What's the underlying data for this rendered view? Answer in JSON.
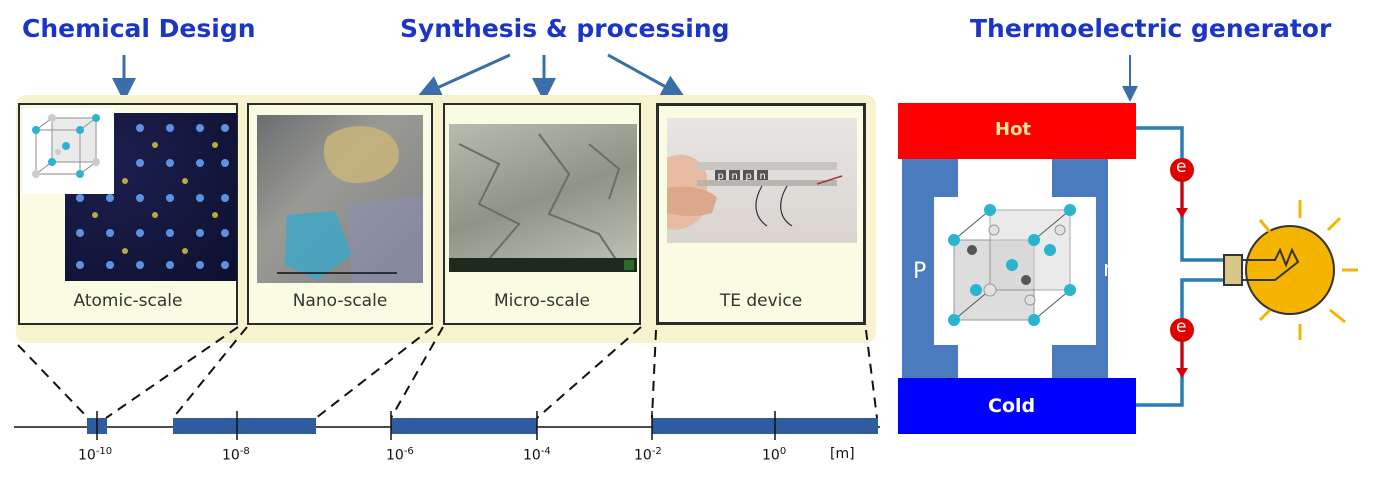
{
  "headings": {
    "chemical_design": "Chemical Design",
    "synthesis": "Synthesis & processing",
    "teg": "Thermoelectric generator"
  },
  "panels": [
    {
      "label": "Atomic-scale"
    },
    {
      "label": "Nano-scale"
    },
    {
      "label": "Micro-scale"
    },
    {
      "label": "TE device",
      "legs": [
        "p",
        "n",
        "p",
        "n"
      ]
    }
  ],
  "axis": {
    "unit": "[m]",
    "ticks": [
      {
        "base": "10",
        "exp": "-10"
      },
      {
        "base": "10",
        "exp": "-8"
      },
      {
        "base": "10",
        "exp": "-6"
      },
      {
        "base": "10",
        "exp": "-4"
      },
      {
        "base": "10",
        "exp": "-2"
      },
      {
        "base": "10",
        "exp": "0"
      }
    ]
  },
  "teg": {
    "hot": "Hot",
    "cold": "Cold",
    "p_leg": "P",
    "n_leg": "n",
    "electron": "e"
  },
  "colors": {
    "heading": "#1a35c8",
    "arrow": "#3a6ea8",
    "bar": "#2e5c9e",
    "hot": "#ff0000",
    "cold": "#0000ff",
    "leg": "#4a7bbf",
    "wire": "#2a7db4",
    "bulb": "#f5b400"
  },
  "icons": [
    "arrow-down-icon",
    "electron-icon",
    "light-bulb-icon",
    "crystal-structure-icon"
  ]
}
